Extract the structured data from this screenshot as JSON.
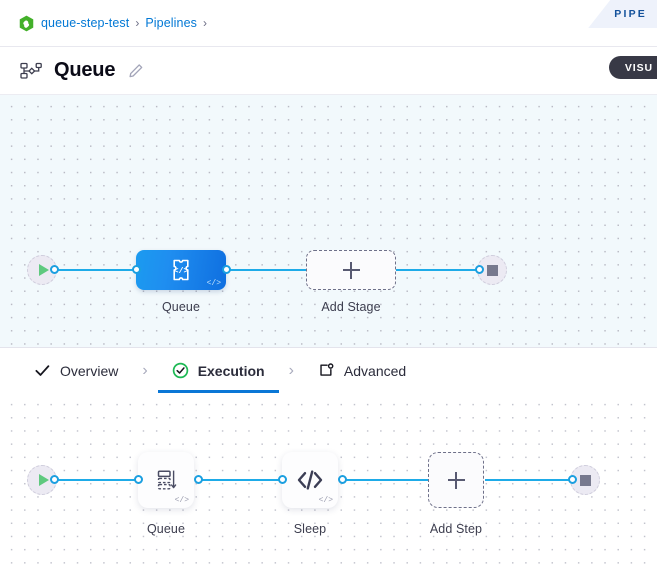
{
  "ribbon": {
    "label": "PIPE"
  },
  "breadcrumb": {
    "project_icon": "harness-project-icon",
    "items": [
      {
        "label": "queue-step-test",
        "sep": "›"
      },
      {
        "label": "Pipelines",
        "sep": "›"
      }
    ]
  },
  "header": {
    "icon": "pipeline-icon",
    "title": "Queue",
    "edit_icon": "pencil-icon",
    "mode_badge": "VISU"
  },
  "stage_canvas": {
    "start_node": {
      "name": "start",
      "icon": "play-icon"
    },
    "end_node": {
      "name": "end",
      "icon": "stop-icon"
    },
    "nodes": [
      {
        "id": "stage-queue",
        "label": "Queue",
        "type": "stage",
        "icon": "template-code-icon",
        "template_mark": "</>"
      },
      {
        "id": "add-stage",
        "label": "Add Stage",
        "type": "add",
        "icon": "plus-icon"
      }
    ]
  },
  "tabs": {
    "items": [
      {
        "id": "overview",
        "label": "Overview",
        "icon": "check-icon",
        "active": false
      },
      {
        "id": "execution",
        "label": "Execution",
        "icon": "check-circle-icon",
        "active": true
      },
      {
        "id": "advanced",
        "label": "Advanced",
        "icon": "advanced-settings-icon",
        "active": false
      }
    ],
    "separator": "›"
  },
  "step_canvas": {
    "start_node": {
      "name": "start",
      "icon": "play-icon"
    },
    "end_node": {
      "name": "end",
      "icon": "stop-icon"
    },
    "nodes": [
      {
        "id": "step-queue",
        "label": "Queue",
        "type": "step",
        "icon": "queue-icon",
        "template_mark": "</>"
      },
      {
        "id": "step-sleep",
        "label": "Sleep",
        "type": "step",
        "icon": "code-icon",
        "template_mark": "</>"
      },
      {
        "id": "add-step",
        "label": "Add Step",
        "type": "add",
        "icon": "plus-icon"
      }
    ]
  },
  "colors": {
    "accent_blue": "#0a77d6",
    "edge_blue": "#1eabe8",
    "stage_blue": "#1f8ef0",
    "success_green": "#4caf50",
    "badge_dark": "#383946",
    "ribbon_bg": "#eef2fb",
    "ribbon_text": "#13519b"
  }
}
